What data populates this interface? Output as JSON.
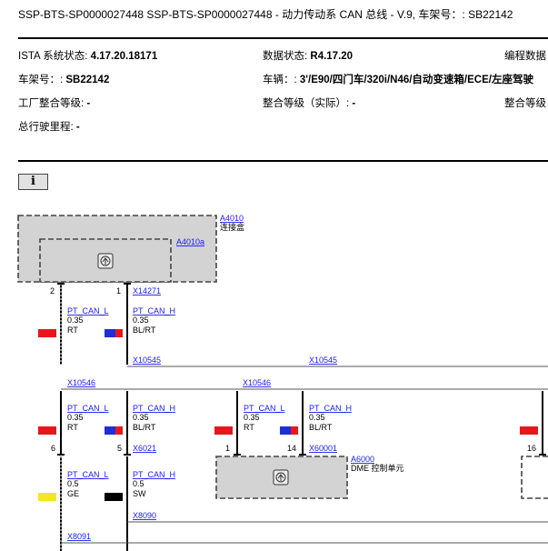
{
  "document": {
    "title_prefix": "SSP-BTS-SP0000027448 SSP-BTS-SP0000027448",
    "title_sep": " - ",
    "title_rest": "动力传动系 CAN 总线 - V.9, 车架号：: SB22142"
  },
  "info": {
    "ista_label": "ISTA 系统状态: ",
    "ista_value": "4.17.20.18171",
    "data_label": "数据状态: ",
    "data_value": "R4.17.20",
    "prog_label": "编程数据",
    "vin_label": "车架号：: ",
    "vin_value": "SB22142",
    "vehicle_label": "车辆：: ",
    "vehicle_value": "3'/E90/四门车/320i/N46/自动变速箱/ECE/左座驾驶",
    "factory_label": "工厂整合等级: ",
    "factory_value": "-",
    "level_actual_label": "整合等级（实际）: ",
    "level_actual_value": "-",
    "level_label": "整合等级",
    "mileage_label": "总行驶里程: ",
    "mileage_value": "-"
  },
  "info_button": {
    "label": "i"
  },
  "diagram": {
    "components": {
      "a4010": {
        "id": "A4010",
        "desc": "连接盒"
      },
      "a4010a": {
        "id": "A4010a"
      },
      "a6000": {
        "id": "A6000",
        "desc": "DME 控制单元"
      }
    },
    "connectors": {
      "x14271": "X14271",
      "x10545_a": "X10545",
      "x10545_b": "X10545",
      "x10546_a": "X10546",
      "x10546_b": "X10546",
      "x6021": "X6021",
      "x60001": "X60001",
      "x8090": "X8090",
      "x8091": "X8091"
    },
    "pins": {
      "p2": "2",
      "p1": "1",
      "p6": "6",
      "p5": "5",
      "p1b": "1",
      "p14": "14",
      "p16": "16"
    },
    "wires": {
      "w1": {
        "name": "PT_CAN_L",
        "size": "0.35",
        "color": "RT"
      },
      "w2": {
        "name": "PT_CAN_H",
        "size": "0.35",
        "color": "BL/RT"
      },
      "w3": {
        "name": "PT_CAN_L",
        "size": "0.35",
        "color": "RT"
      },
      "w4": {
        "name": "PT_CAN_H",
        "size": "0.35",
        "color": "BL/RT"
      },
      "w5": {
        "name": "PT_CAN_L",
        "size": "0.35",
        "color": "RT"
      },
      "w6": {
        "name": "PT_CAN_H",
        "size": "0.35",
        "color": "BL/RT"
      },
      "w7": {
        "name": "PT_CAN_L",
        "size": "0.5",
        "color": "GE"
      },
      "w8": {
        "name": "PT_CAN_H",
        "size": "0.5",
        "color": "SW"
      }
    },
    "swatch_colors": {
      "red": "#e8161c",
      "blue": "#1f2fd8",
      "yellow": "#f5e71f",
      "black": "#000000",
      "component_fill": "#d3d3d3",
      "link": "#1a1aff"
    }
  }
}
